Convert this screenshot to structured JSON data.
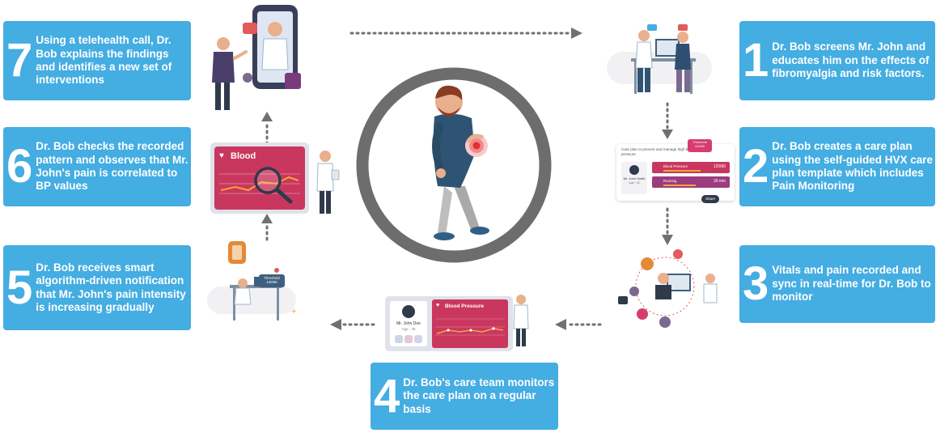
{
  "steps": [
    {
      "num": "1",
      "text": "Dr. Bob screens Mr. John and educates him on the effects of fibromyalgia and risk factors."
    },
    {
      "num": "2",
      "text": "Dr. Bob creates a care plan using the self-guided HVX care plan template which includes Pain Monitoring"
    },
    {
      "num": "3",
      "text": "Vitals and pain recorded and sync in real-time for Dr. Bob to monitor"
    },
    {
      "num": "4",
      "text": "Dr. Bob's care team monitors the care plan on a regular basis"
    },
    {
      "num": "5",
      "text": "Dr. Bob receives smart algorithm-driven notification that Mr. John's pain intensity is increasing gradually"
    },
    {
      "num": "6",
      "text": "Dr. Bob checks the recorded pattern and observes that Mr. John's pain is correlated to BP values"
    },
    {
      "num": "7",
      "text": "Using a telehealth call, Dr. Bob explains the findings and identifies a new set of interventions"
    }
  ],
  "care_plan_card": {
    "title": "Care plan to prevent and manage high blood pressure",
    "patient_name": "Mr. John Smith",
    "patient_age": "Age : 45",
    "row1_label": "Blood Pressure",
    "row1_value": "120/80",
    "row2_label": "Running",
    "row2_value": "30 min",
    "threshold": "Threshold 140/90",
    "share": "Share"
  },
  "monitor_card": {
    "patient_name": "Mr. John Doe",
    "patient_age": "Age : 45",
    "chart_title": "Blood Pressure"
  },
  "notify_badge": "Threshold 140/80",
  "pattern_card_title": "Blood",
  "colors": {
    "step_box": "#44ade2",
    "accent_pink": "#d63d6e",
    "ring": "#6d6d6d",
    "arrow": "#707070"
  }
}
